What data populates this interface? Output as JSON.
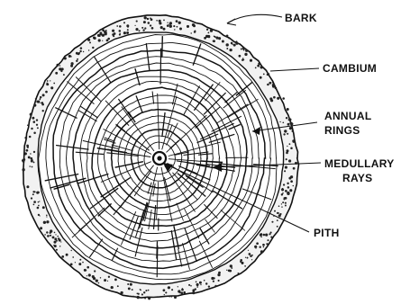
{
  "labels": {
    "bark": "BARK",
    "cambium": "CAMBIUM",
    "annual_rings_line1": "ANNUAL",
    "annual_rings_line2": "RINGS",
    "medullary_rays_line1": "MEDULLARY",
    "medullary_rays_line2": "RAYS",
    "pith": "PITH"
  },
  "colors": {
    "ink": "#111111",
    "background": "#ffffff"
  }
}
